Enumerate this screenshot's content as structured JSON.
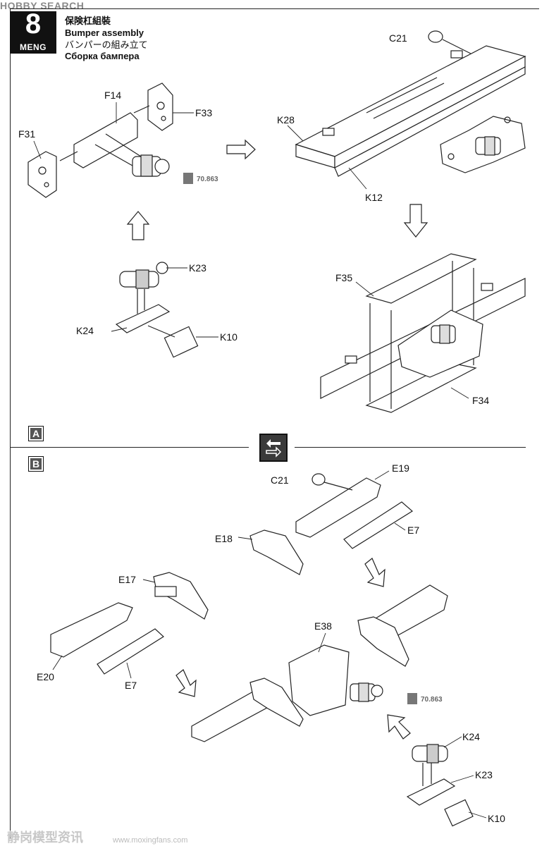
{
  "watermark_top": "HOBBY SEARCH",
  "step": {
    "number": "8",
    "brand": "MENG"
  },
  "titles": {
    "zh": "保険杠組裝",
    "en": "Bumper assembly",
    "ja": "バンパーの組み立て",
    "ru": "Сборка бампера"
  },
  "section_a": "A",
  "section_b": "B",
  "swap_icon": "swap-arrows-icon",
  "paint_code": "70.863",
  "labels": {
    "F14": "F14",
    "F31": "F31",
    "F33": "F33",
    "C21_top": "C21",
    "K28": "K28",
    "K12": "K12",
    "K23_top": "K23",
    "K24_top": "K24",
    "K10_top": "K10",
    "F35": "F35",
    "F34": "F34",
    "C21_b": "C21",
    "E19": "E19",
    "E7_b": "E7",
    "E18": "E18",
    "E17": "E17",
    "E20": "E20",
    "E7_c": "E7",
    "E38": "E38",
    "K24_b": "K24",
    "K23_b": "K23",
    "K10_b": "K10"
  },
  "watermark_bottom": "静岗模型资讯",
  "watermark_url": "www.moxingfans.com"
}
